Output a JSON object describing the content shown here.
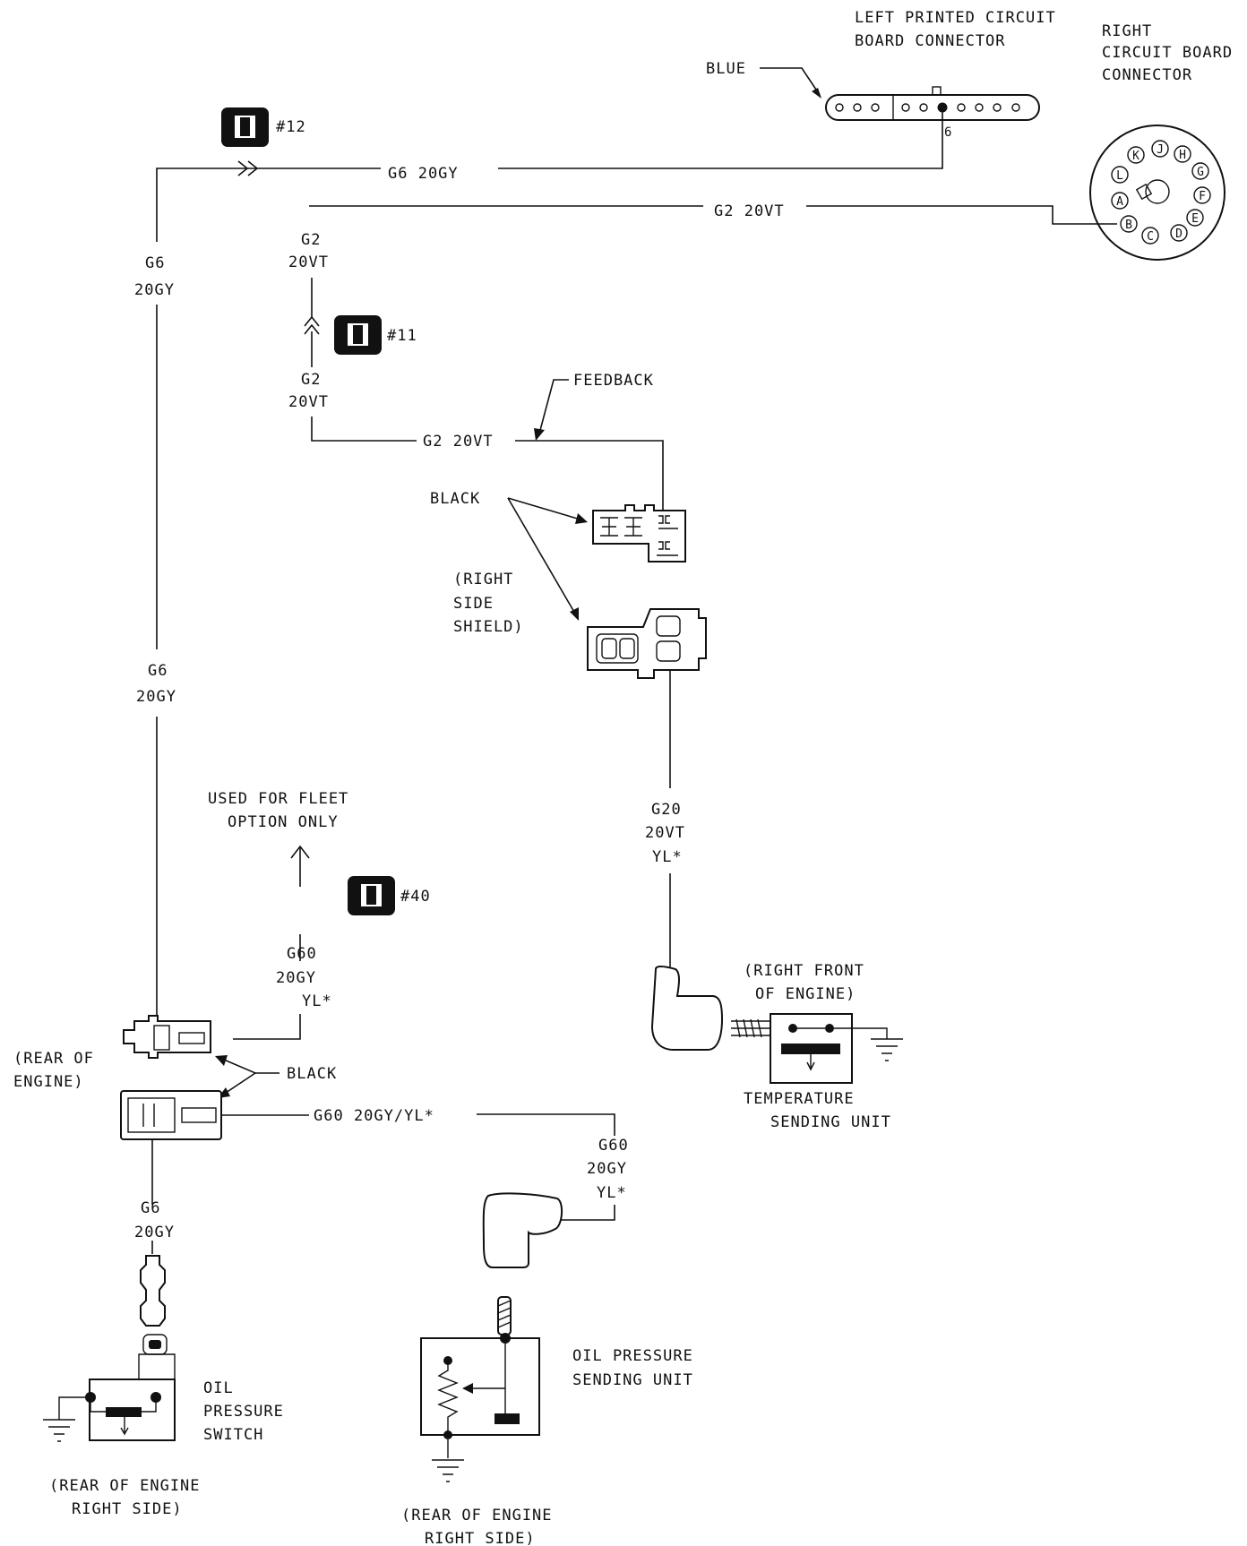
{
  "colors": {
    "ink": "#111111",
    "paper": "#ffffff",
    "badge_bg": "#111111"
  },
  "labels": {
    "left_pcb_1": "LEFT PRINTED CIRCUIT",
    "left_pcb_2": "BOARD CONNECTOR",
    "right_cb_1": "RIGHT",
    "right_cb_2": "CIRCUIT BOARD",
    "right_cb_3": "CONNECTOR",
    "blue": "BLUE",
    "pin6": "6",
    "badge12": "#12",
    "badge11": "#11",
    "badge40": "#40",
    "g6_20gy_top": "G6 20GY",
    "g2_20vt_top": "G2 20VT",
    "g6_a": "G6",
    "gy_a": "20GY",
    "g2_a": "G2",
    "vt_a": "20VT",
    "g2_b": "G2",
    "vt_b": "20VT",
    "feedback": "FEEDBACK",
    "g2_20vt_mid": "G2 20VT",
    "black_top": "BLACK",
    "rss_1": "(RIGHT",
    "rss_2": "SIDE",
    "rss_3": "SHIELD)",
    "g6_b": "G6",
    "gy_b": "20GY",
    "fleet_1": "USED FOR FLEET",
    "fleet_2": "OPTION ONLY",
    "g20_1": "G20",
    "g20_2": "20VT",
    "g20_3": "YL*",
    "g60_1": "G60",
    "g60_2": "20GY",
    "g60_3": "YL*",
    "rfe_1": "(RIGHT FRONT",
    "rfe_2": "OF ENGINE)",
    "temp_1": "TEMPERATURE",
    "temp_2": "SENDING UNIT",
    "rear_1": "(REAR OF",
    "rear_2": "ENGINE)",
    "black_bottom": "BLACK",
    "g60_long": "G60 20GY/YL*",
    "g60_r1": "G60",
    "g60_r2": "20GY",
    "g60_r3": "YL*",
    "g6_c": "G6",
    "gy_c": "20GY",
    "ops_1": "OIL",
    "ops_2": "PRESSURE",
    "ops_3": "SWITCH",
    "opsu_1": "OIL PRESSURE",
    "opsu_2": "SENDING UNIT",
    "rers_l1": "(REAR OF ENGINE",
    "rers_l2": "RIGHT SIDE)",
    "rers_r1": "(REAR OF ENGINE",
    "rers_r2": "RIGHT SIDE)"
  },
  "round_connector_pins": [
    "K",
    "J",
    "H",
    "L",
    "G",
    "F",
    "A",
    "E",
    "B",
    "C",
    "D"
  ]
}
